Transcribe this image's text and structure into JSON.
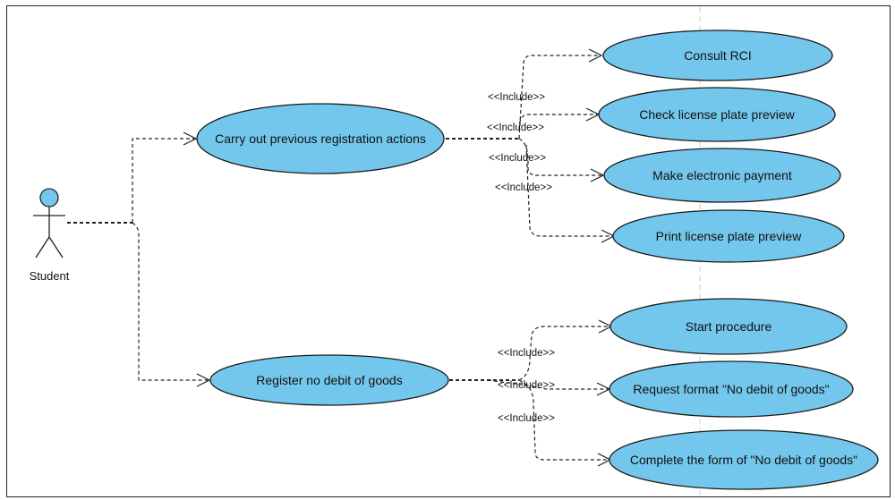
{
  "diagram": {
    "actor": {
      "label": "Student"
    },
    "use_cases": {
      "carry_out": "Carry out previous registration actions",
      "register_no_debit": "Register no debit of goods",
      "consult_rci": "Consult RCI",
      "check_preview": "Check license plate preview",
      "make_payment": "Make electronic payment",
      "print_preview": "Print license plate preview",
      "start_procedure": "Start procedure",
      "request_format": "Request format \"No debit of goods\"",
      "complete_form": "Complete the form of \"No debit of goods\""
    },
    "stereotypes": {
      "s1": "<<Include>>",
      "s2": "<<Include>>",
      "s3": "<<Include>>",
      "s4": "<<Include>>",
      "s5": "<<Include>>",
      "s6": "<<Include>>",
      "s7": "<<Include>>"
    },
    "colors": {
      "use_case_fill": "#74c7ec",
      "actor_head": "#74c7ec"
    }
  }
}
